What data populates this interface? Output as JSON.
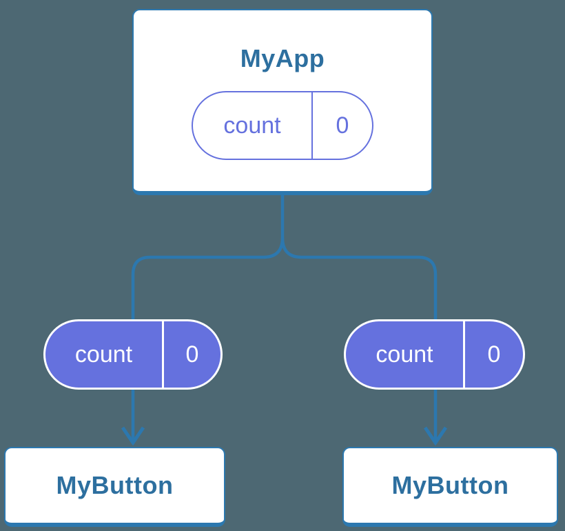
{
  "colors": {
    "background": "#4d6873",
    "line": "#2c78af",
    "heading": "#2d6f9f",
    "purple": "#6571de",
    "card": "#ffffff",
    "pill_text": "#ffffff"
  },
  "root_component": {
    "title": "MyApp",
    "state_pill": {
      "label": "count",
      "value": "0"
    }
  },
  "child_components": [
    {
      "title": "MyButton",
      "prop_pill": {
        "label": "count",
        "value": "0"
      }
    },
    {
      "title": "MyButton",
      "prop_pill": {
        "label": "count",
        "value": "0"
      }
    }
  ]
}
